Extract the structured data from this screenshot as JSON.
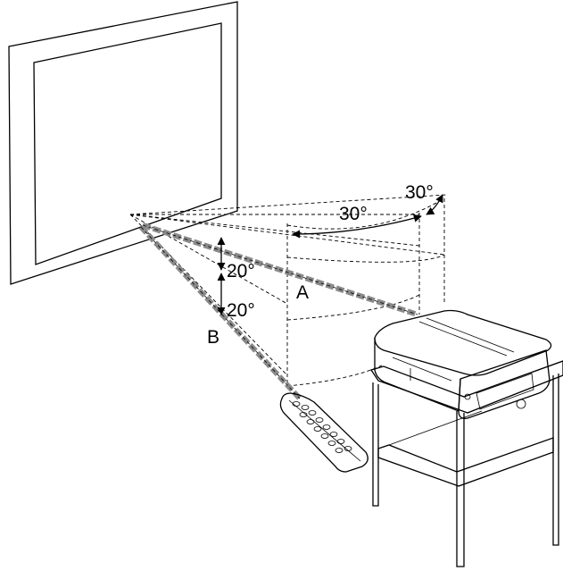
{
  "labels": {
    "angle_horizontal_right": "30°",
    "angle_horizontal_left": "30°",
    "angle_vertical_upper": "20°",
    "angle_vertical_lower": "20°",
    "point_a": "A",
    "point_b": "B"
  },
  "colors": {
    "line": "#000000",
    "beam": "#8a8a8a",
    "background": "#ffffff"
  },
  "icons": [
    "screen",
    "remote-control",
    "projector",
    "projector-stand"
  ]
}
